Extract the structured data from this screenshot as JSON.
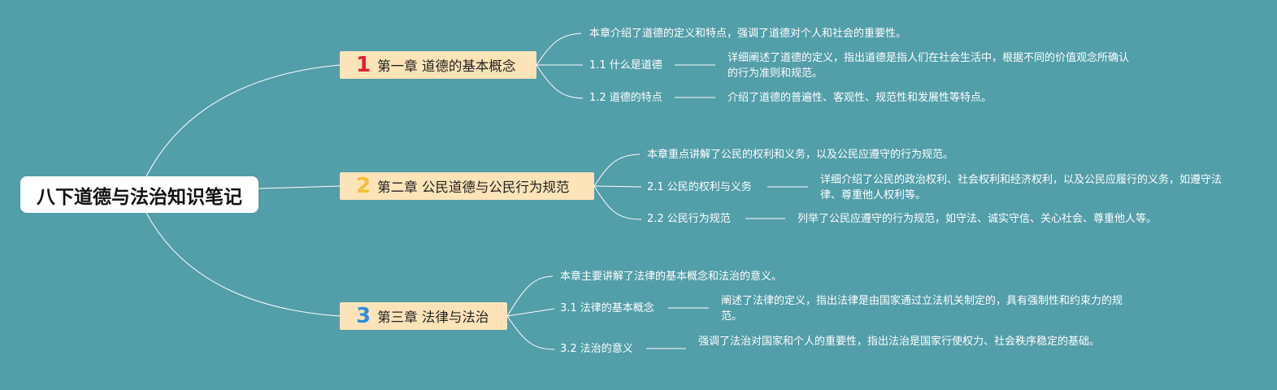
{
  "title": "八下道德与法治知识笔记",
  "chapters": [
    {
      "num": "1",
      "num_color": "#e0222b",
      "title": "第一章 道德的基本概念",
      "summary": "本章介绍了道德的定义和特点，强调了道德对个人和社会的重要性。",
      "sections": [
        {
          "label": "1.1 什么是道德",
          "desc": "详细阐述了道德的定义，指出道德是指人们在社会生活中，根据不同的价值观念所确认的行为准则和规范。"
        },
        {
          "label": "1.2 道德的特点",
          "desc": "介绍了道德的普遍性、客观性、规范性和发展性等特点。"
        }
      ]
    },
    {
      "num": "2",
      "num_color": "#f6bf3a",
      "title": "第二章 公民道德与公民行为规范",
      "summary": "本章重点讲解了公民的权利和义务，以及公民应遵守的行为规范。",
      "sections": [
        {
          "label": "2.1 公民的权利与义务",
          "desc": "详细介绍了公民的政治权利、社会权利和经济权利，以及公民应履行的义务，如遵守法律、尊重他人权利等。"
        },
        {
          "label": "2.2 公民行为规范",
          "desc": "列举了公民应遵守的行为规范，如守法、诚实守信、关心社会、尊重他人等。"
        }
      ]
    },
    {
      "num": "3",
      "num_color": "#2f8fd8",
      "title": "第三章 法律与法治",
      "summary": "本章主要讲解了法律的基本概念和法治的意义。",
      "sections": [
        {
          "label": "3.1 法律的基本概念",
          "desc": "阐述了法律的定义，指出法律是由国家通过立法机关制定的，具有强制性和约束力的规范。"
        },
        {
          "label": "3.2 法治的意义",
          "desc": "强调了法治对国家和个人的重要性，指出法治是国家行使权力、社会秩序稳定的基础。"
        }
      ]
    }
  ]
}
